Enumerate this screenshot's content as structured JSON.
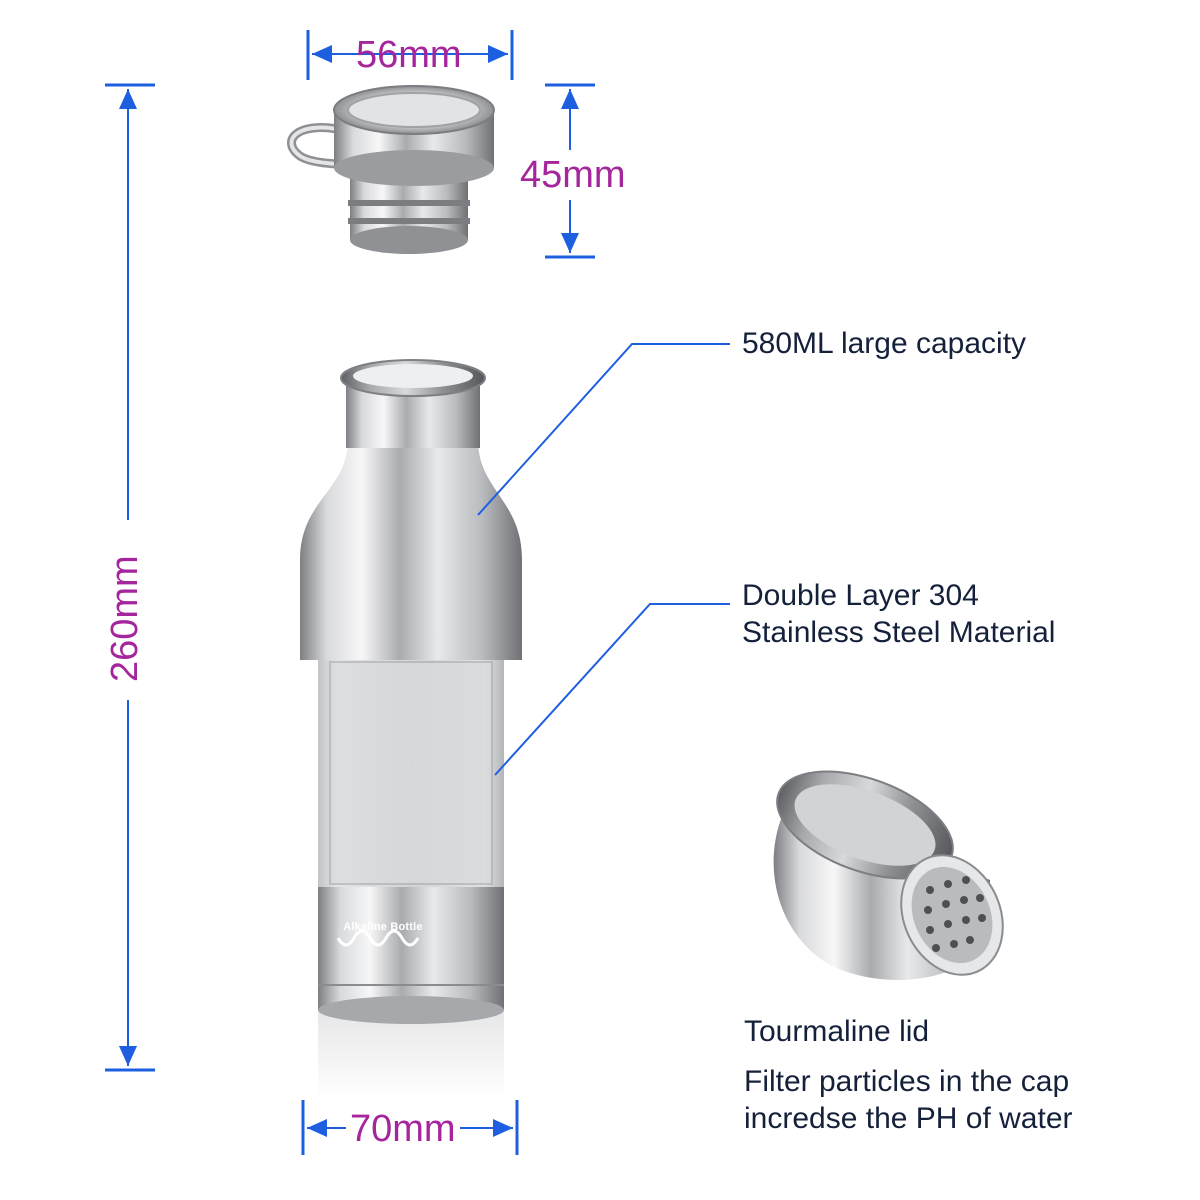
{
  "dimensions": {
    "cap_width": "56mm",
    "cap_height": "45mm",
    "total_height": "260mm",
    "base_width": "70mm"
  },
  "labels": {
    "capacity": "580ML large capacity",
    "material_line1": "Double Layer 304",
    "material_line2": "Stainless Steel Material",
    "lid_title": "Tourmaline lid",
    "filter_line1": "Filter particles in the cap",
    "filter_line2": "incredse the PH of water"
  },
  "bottle": {
    "brand_text": "Alkaline Bottle"
  },
  "colors": {
    "dimension_text": "#a5259d",
    "arrow_blue": "#1e5fe0",
    "leader_blue": "#1e5fe0",
    "label_text": "#15203a",
    "steel": "#c7c9cc"
  }
}
